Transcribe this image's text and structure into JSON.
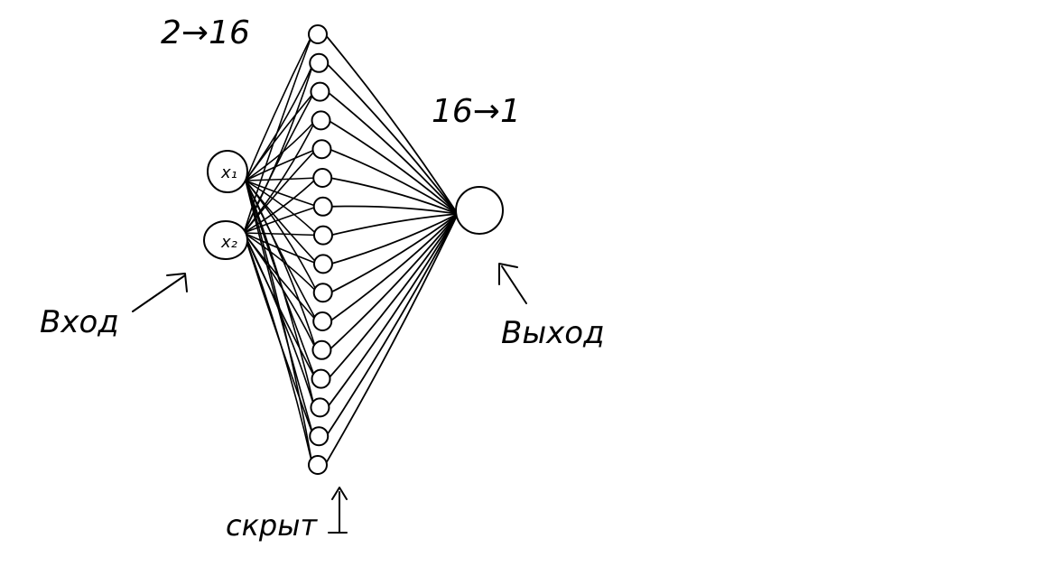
{
  "diagram": {
    "labels": {
      "layer1": "2→16",
      "layer2": "16→1",
      "input_x1": "x₁",
      "input_x2": "x₂",
      "input_caption": "Вход",
      "output_caption": "Выход",
      "hidden_caption": "скрыт"
    },
    "layers": {
      "input_count": 2,
      "hidden_count": 16,
      "output_count": 1
    },
    "ink_color": "#000000",
    "background": "#ffffff"
  }
}
